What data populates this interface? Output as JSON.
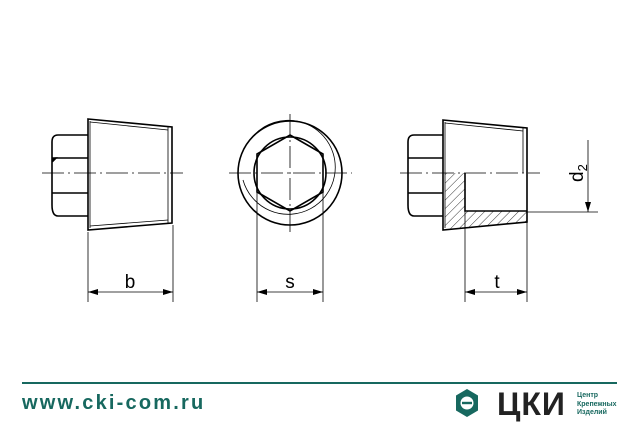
{
  "drawing": {
    "labels": {
      "b": "b",
      "s": "s",
      "t": "t",
      "d": "d",
      "d_sub": "2"
    }
  },
  "footer": {
    "url": "www.cki-com.ru",
    "brand": "ЦКИ",
    "tagline": [
      "Центр",
      "Крепежных",
      "Изделий"
    ],
    "accent_color": "#17685f",
    "logo_icon": "hexagon-logo-icon"
  }
}
